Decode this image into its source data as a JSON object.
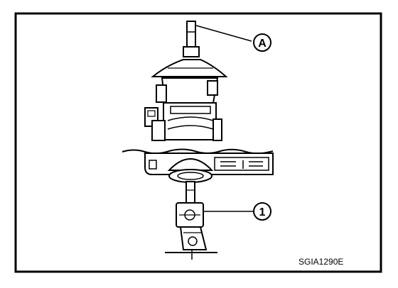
{
  "figure": {
    "figure_code": "SGIA1290E",
    "callouts": [
      {
        "id": "A",
        "label": "A",
        "target": "steering-column-shaft-top"
      },
      {
        "id": "1",
        "label": "1",
        "target": "universal-joint"
      }
    ]
  },
  "colors": {
    "ink": "#000000",
    "paper": "#ffffff"
  }
}
